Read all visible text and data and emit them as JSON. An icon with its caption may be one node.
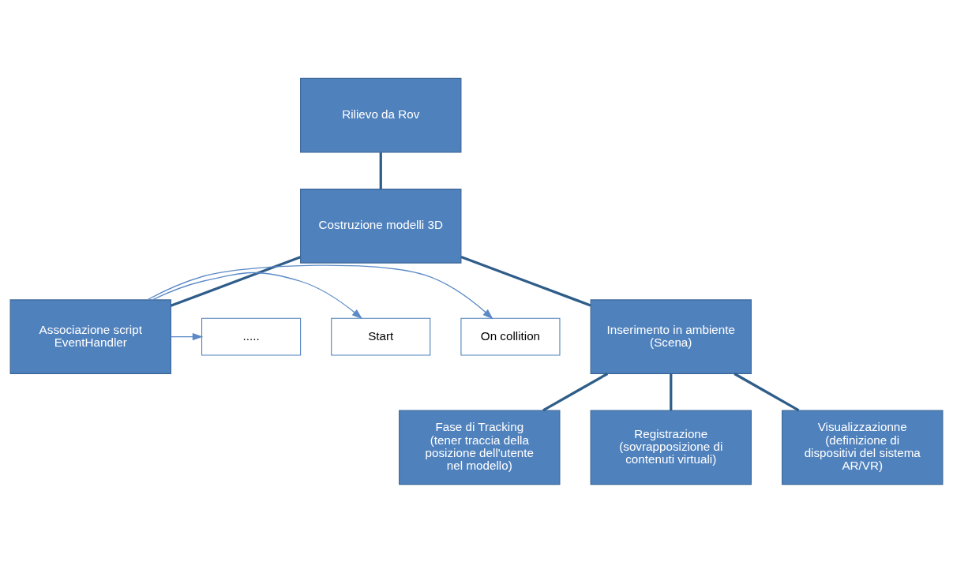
{
  "diagram": {
    "nodes": [
      {
        "text": [
          "Rilievo da Rov"
        ]
      },
      {
        "text": [
          "Costruzione modelli 3D"
        ]
      },
      {
        "text": [
          "On collition"
        ]
      },
      {
        "text": [
          "Start"
        ]
      },
      {
        "text": [
          "....."
        ]
      },
      {
        "text": [
          "Associazione script EventHandler"
        ]
      },
      {
        "text": [
          "Inserimento in ambiente (Scena)"
        ]
      },
      {
        "text": [
          "Fase di Tracking",
          "(tener traccia della posizione dell'utente nel modello)"
        ]
      },
      {
        "text": [
          "Registrazione",
          "(sovrapposizione di contenuti virtuali)"
        ]
      },
      {
        "text": [
          "Visualizzazionne",
          "(definizione di dispositivi del sistema AR/VR)"
        ]
      }
    ],
    "edges": [
      {
        "from": 0,
        "to": 1,
        "arrow": "none"
      },
      {
        "from": 1,
        "to": 5,
        "arrow": "none"
      },
      {
        "from": 1,
        "to": 6,
        "arrow": "none"
      },
      {
        "from": 5,
        "to": 2,
        "arrow": "to",
        "color": "#5b8ac6"
      },
      {
        "from": 5,
        "to": 3,
        "arrow": "to",
        "color": "#5b8ac6"
      },
      {
        "from": 5,
        "to": 4,
        "arrow": "to",
        "color": "#5b8ac6"
      },
      {
        "from": 6,
        "to": 7,
        "arrow": "none"
      },
      {
        "from": 6,
        "to": 8,
        "arrow": "none"
      },
      {
        "from": 6,
        "to": 9,
        "arrow": "none"
      }
    ]
  }
}
